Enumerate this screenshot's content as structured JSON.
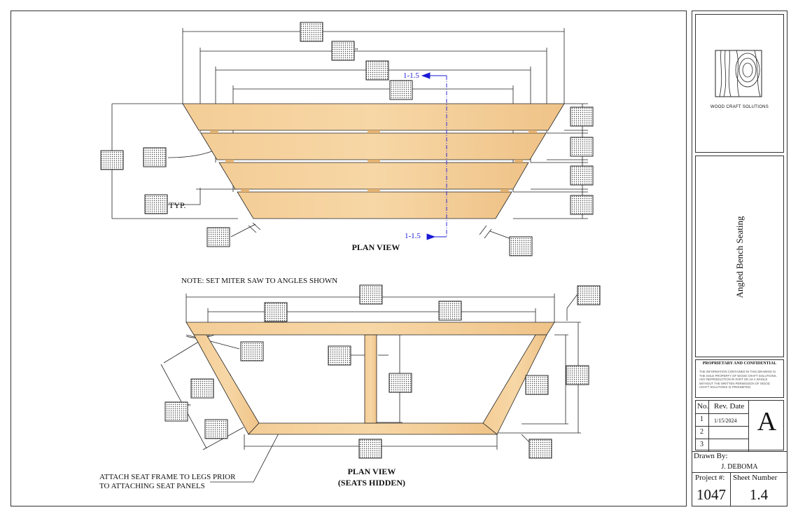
{
  "drawing": {
    "plan_view_label": "PLAN VIEW",
    "plan_view_hidden_label_1": "PLAN VIEW",
    "plan_view_hidden_label_2": "(SEATS HIDDEN)",
    "note": "NOTE: SET MITER SAW TO ANGLES SHOWN",
    "typ_label": "TYP.",
    "offset_top": "1-1.5",
    "offset_bottom": "1-1.5",
    "inch_mark_1": "\"",
    "inch_mark_2": "\"",
    "callout_line_1": "ATTACH SEAT FRAME TO LEGS PRIOR",
    "callout_line_2": "TO ATTACHING SEAT PANELS"
  },
  "title_block": {
    "company": "WOOD CRAFT SOLUTIONS",
    "project_title": "Angled Bench Seating",
    "proprietary_heading": "PROPRIETARY AND CONFIDENTIAL",
    "proprietary_text": "THE INFORMATION CONTAINED IN THIS DRAWING IS THE SOLE PROPERTY OF WOOD CRAFT SOLUTIONS. ANY REPRODUCTION IN PART OR AS A WHOLE WITHOUT THE WRITTEN PERMISSION OF WOOD CRAFT SOLUTIONS IS PROHIBITED.",
    "rev_header_no": "No.",
    "rev_header_date": "Rev. Date",
    "revisions": [
      {
        "no": "1",
        "date": "1/15/2024"
      },
      {
        "no": "2",
        "date": ""
      },
      {
        "no": "3",
        "date": ""
      }
    ],
    "revision_letter": "A",
    "drawn_by_label": "Drawn By:",
    "drawn_by": "J. DEBOMA",
    "project_label": "Project #:",
    "project_number": "1047",
    "sheet_label": "Sheet Number",
    "sheet_number": "1.4"
  },
  "colors": {
    "wood": "#f3c98f",
    "wood_dark": "#e4b271",
    "line": "#222222",
    "blue": "#1a1ad6"
  }
}
